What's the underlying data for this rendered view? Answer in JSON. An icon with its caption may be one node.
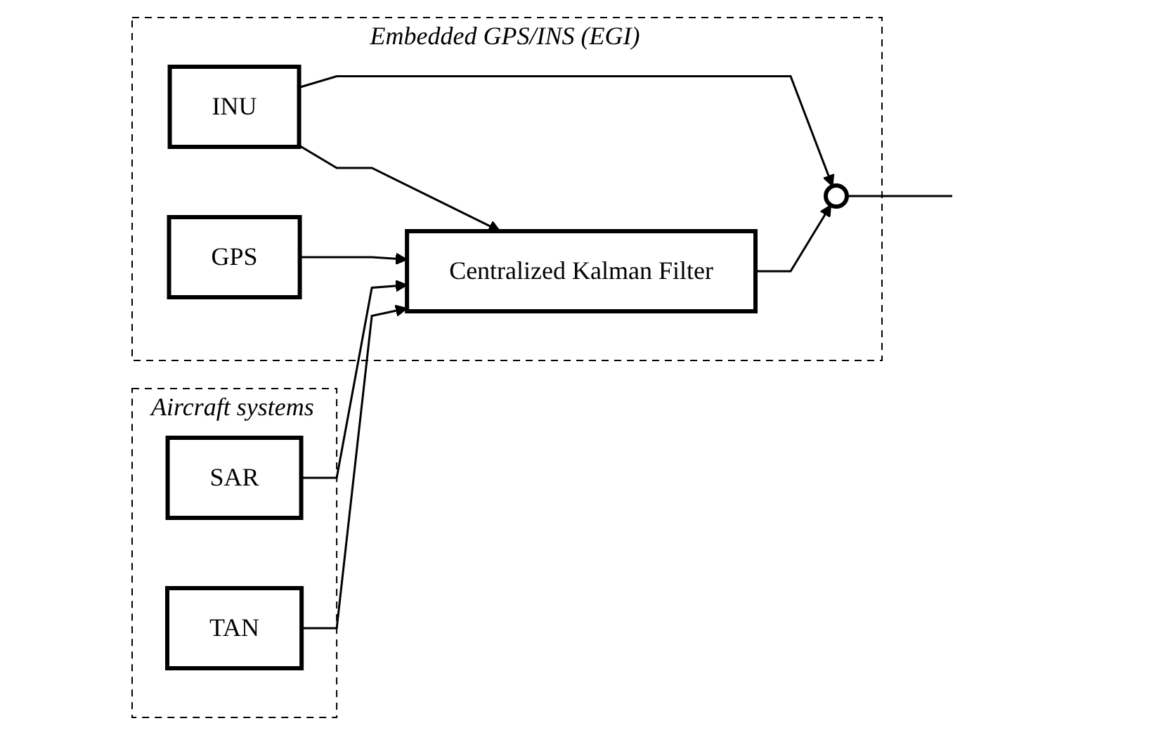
{
  "diagram": {
    "nodes": [
      {
        "text": [
          "Aircraft systems"
        ]
      },
      {
        "text": [
          "SAR"
        ],
        "in": 0
      },
      {
        "text": [
          "TAN"
        ],
        "in": 0
      },
      {
        "text": [
          "Embedded GPS/INS (EGI)"
        ]
      },
      {
        "text": [
          "INU"
        ],
        "in": 3
      },
      {
        "text": [
          "Centralized Kalman Filter"
        ],
        "in": 3
      },
      {
        "text": [
          "GPS"
        ],
        "in": 3
      },
      {
        "text": [],
        "shape": "circle",
        "in": 3
      }
    ],
    "edges": [
      {
        "from": 4,
        "to": 7,
        "arrow": "to"
      },
      {
        "from": 4,
        "to": 5,
        "arrow": "to"
      },
      {
        "from": 1,
        "to": 5,
        "arrow": "to"
      },
      {
        "from": 2,
        "to": 5,
        "arrow": "to"
      },
      {
        "from": 6,
        "to": 5,
        "arrow": "to"
      },
      {
        "from": 5,
        "to": 7,
        "arrow": "to"
      },
      {
        "from": 7,
        "to": null,
        "arrow": "none"
      }
    ]
  }
}
